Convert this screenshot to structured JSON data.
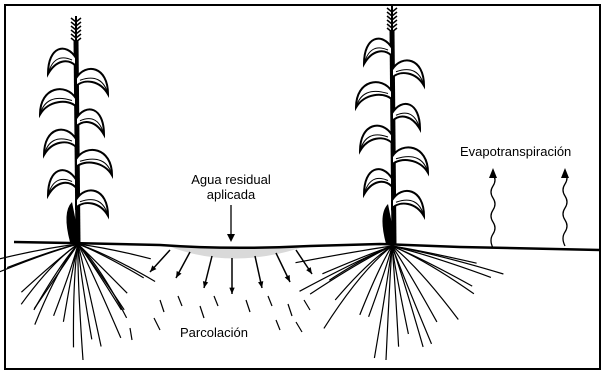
{
  "diagram": {
    "labels": {
      "applied_water_line1": "Agua residual",
      "applied_water_line2": "aplicada",
      "evapotranspiration": "Evapotranspiración",
      "percolation": "Parcolación"
    },
    "colors": {
      "ink": "#000000",
      "applied_water": "#d9d9d9",
      "background": "#ffffff"
    },
    "elements": [
      "plant-left",
      "plant-right",
      "ground-line",
      "roots",
      "percolation-arrows",
      "evapotranspiration-arrows"
    ]
  }
}
